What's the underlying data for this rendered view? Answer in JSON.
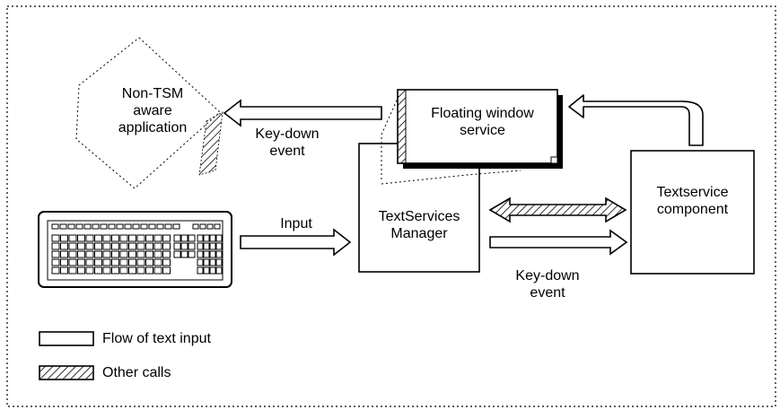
{
  "diagram": {
    "non_tsm_app": {
      "line1": "Non-TSM",
      "line2": "aware",
      "line3": "application"
    },
    "floating_window": {
      "line1": "Floating window",
      "line2": "service"
    },
    "text_services_manager": {
      "line1": "TextServices",
      "line2": "Manager"
    },
    "text_service_component": {
      "line1": "Textservice",
      "line2": "component"
    },
    "key_down_event_top": {
      "line1": "Key-down",
      "line2": "event"
    },
    "key_down_event_bottom": {
      "line1": "Key-down",
      "line2": "event"
    },
    "input_label": "Input"
  },
  "legend": {
    "flow_label": "Flow of text input",
    "calls_label": "Other calls"
  }
}
